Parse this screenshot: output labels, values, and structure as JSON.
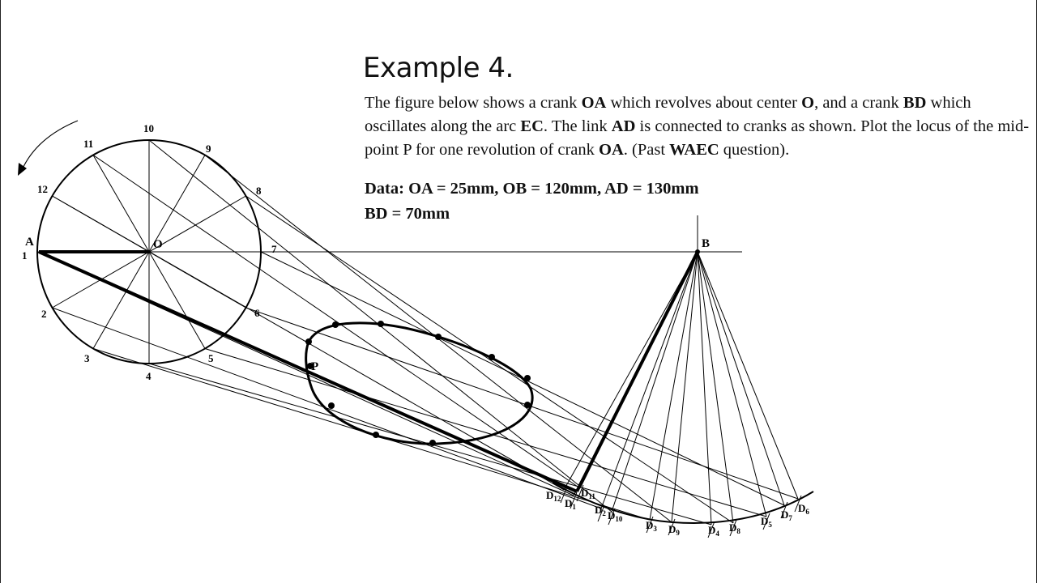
{
  "title": "Example 4.",
  "description": {
    "t1": "The figure below shows a crank ",
    "b1": "OA",
    "t2": " which revolves about center ",
    "b2": "O",
    "t3": ", and a crank ",
    "b3": "BD",
    "t4": " which oscillates along the arc ",
    "b4": "EC",
    "t5": ". The link ",
    "b5": "AD",
    "t6": " is connected to cranks as shown. Plot the locus of the mid-point P for one revolution of crank ",
    "b6": "OA",
    "t7": ". (Past ",
    "b7": "WAEC",
    "t8": " question)."
  },
  "data_lines": {
    "line1": "Data: OA = 25mm, OB = 120mm, AD = 130mm",
    "line2": "BD = 70mm"
  },
  "diagram": {
    "labels": {
      "A": "A",
      "O": "O",
      "B": "B",
      "P": "P"
    },
    "crank_positions": [
      "1",
      "2",
      "3",
      "4",
      "5",
      "6",
      "7",
      "8",
      "9",
      "10",
      "11",
      "12"
    ],
    "d_positions": [
      {
        "base": "D",
        "sub": "1"
      },
      {
        "base": "D",
        "sub": "2"
      },
      {
        "base": "D",
        "sub": "3"
      },
      {
        "base": "D",
        "sub": "4"
      },
      {
        "base": "D",
        "sub": "5"
      },
      {
        "base": "D",
        "sub": "6"
      },
      {
        "base": "D",
        "sub": "7"
      },
      {
        "base": "D",
        "sub": "8"
      },
      {
        "base": "D",
        "sub": "9"
      },
      {
        "base": "D",
        "sub": "10"
      },
      {
        "base": "D",
        "sub": "11"
      },
      {
        "base": "D",
        "sub": "12"
      }
    ]
  }
}
